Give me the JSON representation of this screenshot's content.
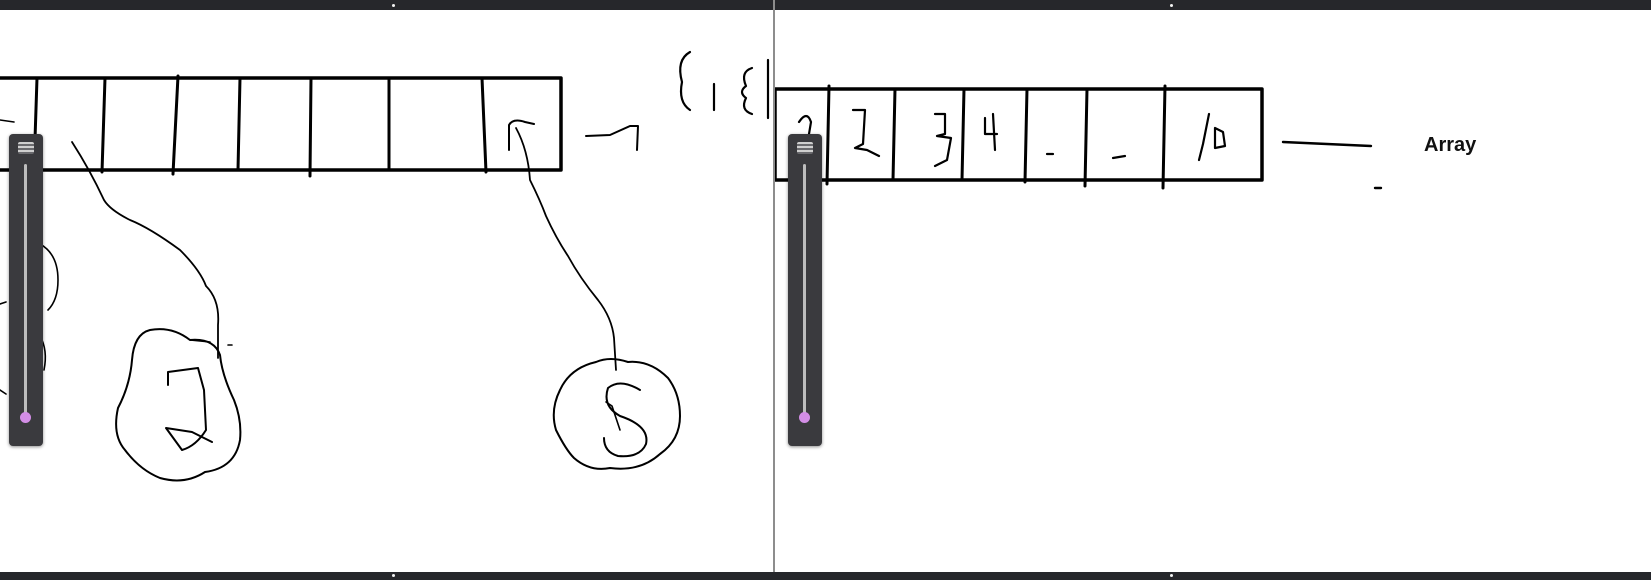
{
  "canvas": {
    "annotation": {
      "label": "Array"
    }
  },
  "tools": {
    "left_slider": {
      "name": "brush-size-slider"
    },
    "right_slider": {
      "name": "brush-size-slider"
    }
  },
  "colors": {
    "chrome": "#26272b",
    "slider_body": "#3a3a3e",
    "slider_knob": "#d38ee6",
    "ink": "#000000"
  }
}
